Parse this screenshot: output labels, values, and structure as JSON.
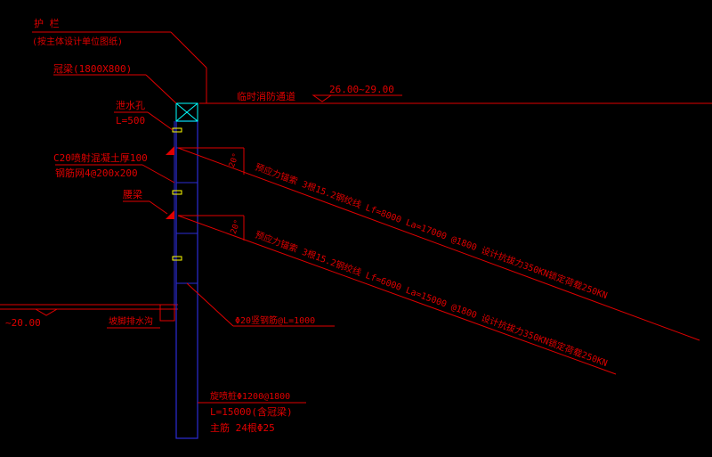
{
  "colors": {
    "background": "#000000",
    "annotation": "#e00000",
    "structure": "#2b2bd6",
    "accent": "#ffff00",
    "crown_beam": "#00ffff"
  },
  "labels": {
    "guardrail": "护 栏",
    "guardrail_note": "(按主体设计单位图纸)",
    "crown_beam": "冠梁(1800X800)",
    "road": "临时消防通道",
    "elevation_top": "26.00~29.00",
    "drain_hole": "泄水孔",
    "drain_len": "L=500",
    "shotcrete": "C20喷射混凝土厚100",
    "mesh": "钢筋网4@200x200",
    "waist_beam": "腰梁",
    "anchor1": "预应力锚索 3根15.2钢绞线 Lf=8000 La=17000 @1800 设计抗拔力350KN锁定荷载250KN",
    "anchor2": "预应力锚索 3根15.2钢绞线 Lf=6000 La=15000 @1800 设计抗拔力350KN锁定荷载250KN",
    "angle1": "20°",
    "angle2": "20°",
    "elevation_bottom": "~20.00",
    "ditch": "坡脚排水沟",
    "steel_pipe": "Φ20竖钢筋@L=1000",
    "pile_spec": "旋喷桩Φ1200@1800",
    "pile_len": "L=15000(含冠梁)",
    "pile_rebar": "主筋 24根Φ25"
  }
}
